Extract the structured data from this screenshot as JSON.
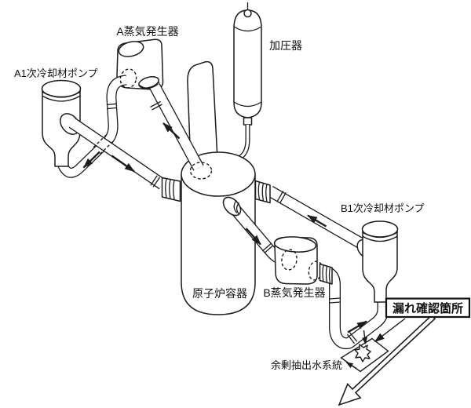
{
  "diagram": {
    "title_context": "PWR primary coolant loop diagram",
    "colors": {
      "line": "#1c1c1c",
      "background": "#ffffff",
      "text": "#111111"
    },
    "labels": {
      "sg_a": "A蒸気発生器",
      "pressurizer": "加圧器",
      "pump_a": "A1次冷却材ポンプ",
      "pump_b": "B1次冷却材ポンプ",
      "reactor_vessel": "原子炉容器",
      "sg_b": "B蒸気発生器",
      "leak_check": "漏れ確認箇所",
      "letdown_system": "余剰抽出水系統"
    }
  }
}
